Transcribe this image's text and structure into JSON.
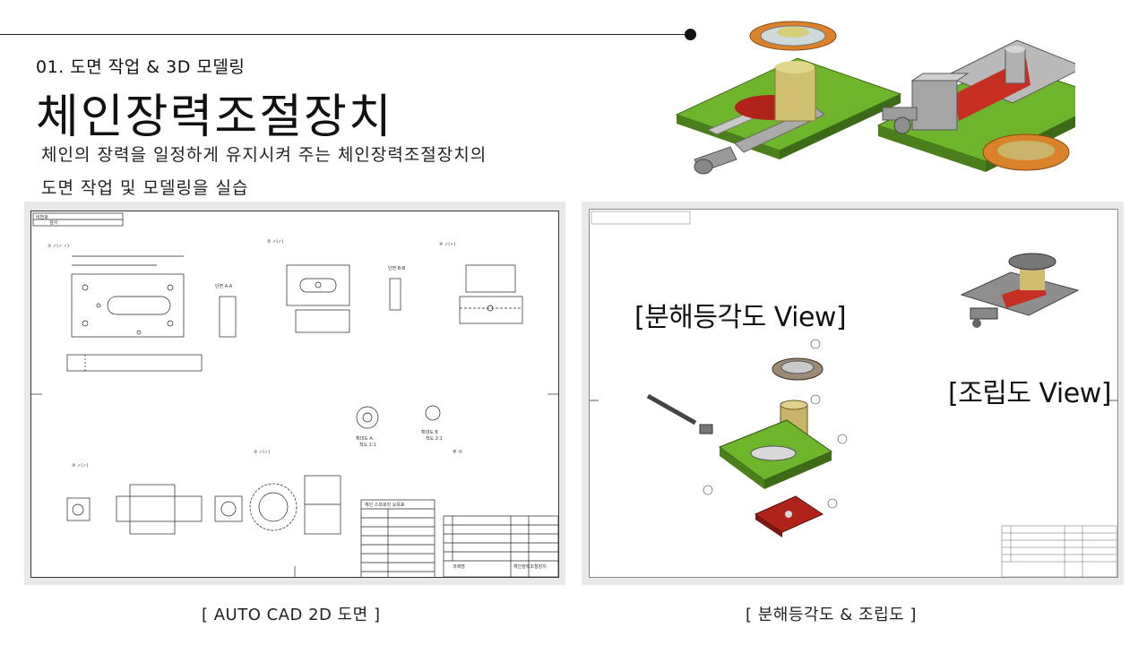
{
  "header": {
    "subtitle": "01. 도면 작업 & 3D 모델링",
    "title": "체인장력조절장치",
    "description_line1": "체인의 장력을 일정하게 유지시켜 주는 체인장력조절장치의",
    "description_line2": "도면 작업 및 모델링을 실습"
  },
  "captions": {
    "left": "[ AUTO CAD 2D 도면 ]",
    "right": "[ 분해등각도 & 조립도 ]"
  },
  "right_panel": {
    "exploded_label": "[분해등각도 View]",
    "assembly_label": "[조립도 View]"
  },
  "left_drawing": {
    "section_aa": "단면 A-A",
    "section_bb": "단면 B-B",
    "detail_a": "확대도 A",
    "detail_a_scale": "척도 2:1",
    "detail_b": "확대도 B",
    "detail_b_scale": "척도 2:1",
    "notes_title": "주 서",
    "spring_table_title": "체인 스프로킷 요목표",
    "title_block_name": "체인장력조절장치",
    "title_block_label": "과제명"
  },
  "colors": {
    "plate_green": "#6fb52c",
    "sprocket_orange": "#d9822b",
    "brass": "#c9b46a",
    "steel": "#a8a8a8",
    "red": "#c0281e"
  }
}
